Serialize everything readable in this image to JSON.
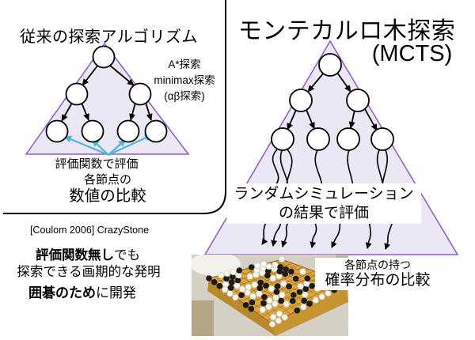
{
  "colors": {
    "triangle_stroke": "#9358bf",
    "triangle_fill": "#ece7f4",
    "cyan_arrow": "#4db6d9",
    "line_black": "#000000"
  },
  "left_panel": {
    "title": "従来の探索アルゴリズム",
    "algo_note_lines": [
      "A*探索",
      "minimax探索",
      "(αβ探索)"
    ],
    "eval_label": "評価関数で評価",
    "compare_line1": "各節点の",
    "compare_line2": "数値の比較"
  },
  "right_panel": {
    "title": "モンテカルロ木探索",
    "subtitle": "(MCTS)",
    "sim_line1": "ランダムシミュレーション",
    "sim_line2": "の結果で評価",
    "compare_line1": "各節点の持つ",
    "compare_line2": "確率分布の比較"
  },
  "notes": {
    "citation": "[Coulom 2006] CrazyStone",
    "line1_bold": "評価関数無し",
    "line1_rest": "でも",
    "line2": "探索できる画期的な発明",
    "line3_bold": "囲碁のため",
    "line3_rest": "に開発"
  }
}
